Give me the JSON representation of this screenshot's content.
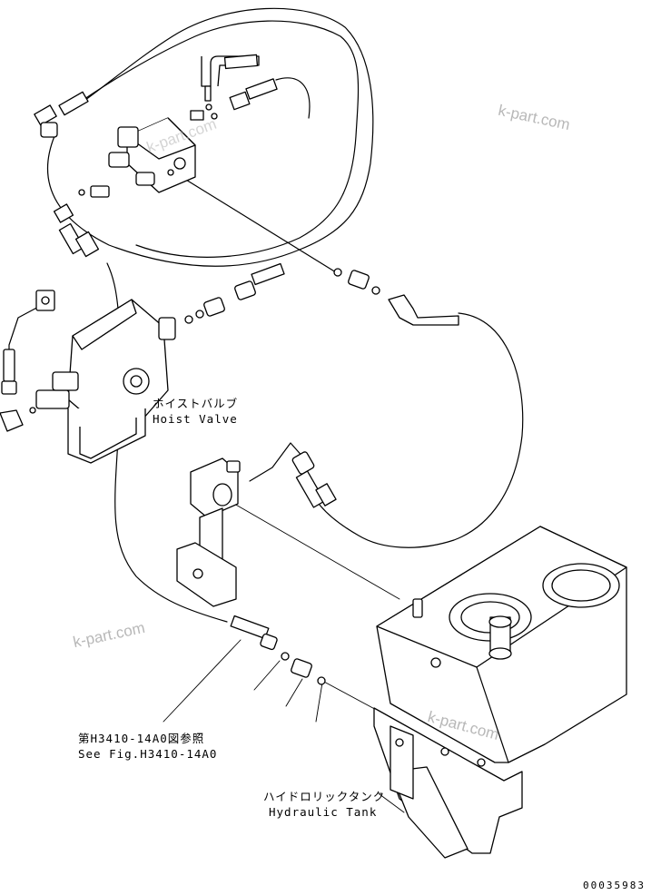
{
  "labels": {
    "hoist_valve_jp": "ホイストバルブ",
    "hoist_valve_en": "Hoist Valve",
    "see_fig_jp": "第H3410-14A0図参照",
    "see_fig_en": "See Fig.H3410-14A0",
    "hydraulic_tank_jp": "ハイドロリックタンク",
    "hydraulic_tank_en": "Hydraulic Tank"
  },
  "watermarks": {
    "top_right": "k-part.com",
    "middle_left": "k-part.com",
    "bottom_right": "k-part.com",
    "top_center": "k-part.com"
  },
  "drawing_code": "00035983"
}
